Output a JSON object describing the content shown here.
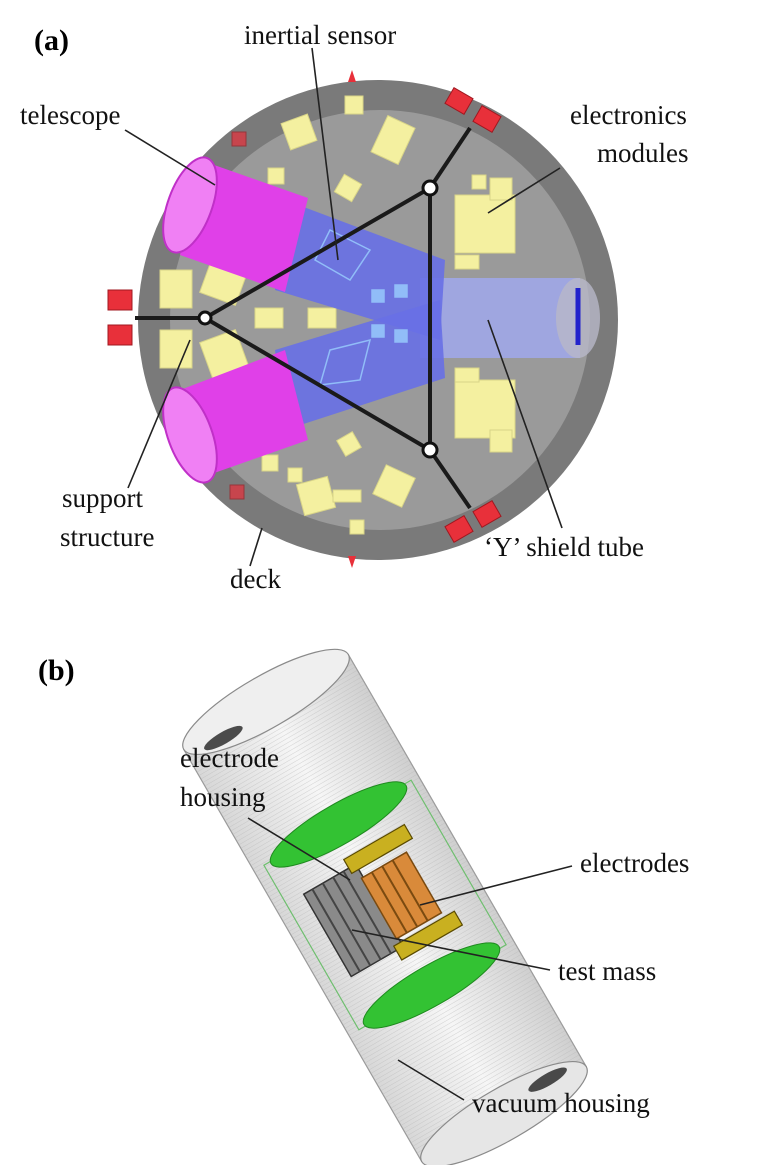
{
  "panel_a": {
    "tag": "(a)",
    "labels": {
      "inertial_sensor": "inertial sensor",
      "telescope": "telescope",
      "electronics_1": "electronics",
      "electronics_2": "modules",
      "support_1": "support",
      "support_2": "structure",
      "deck": "deck",
      "shield": "‘Y’ shield tube"
    }
  },
  "panel_b": {
    "tag": "(b)",
    "labels": {
      "electrode_1": "electrode",
      "electrode_2": "housing",
      "electrodes": "electrodes",
      "test_mass": "test mass",
      "vacuum": "vacuum housing"
    }
  },
  "colors": {
    "deck_outer": "#7a7a7a",
    "deck_inner": "#9a9a9a",
    "telescope": "#e040e8",
    "shield": "#8c8cf0",
    "module": "#f4f0a0",
    "thruster": "#e8303a",
    "electrode_plate": "#33c233",
    "test_mass": "#d98a3a"
  }
}
